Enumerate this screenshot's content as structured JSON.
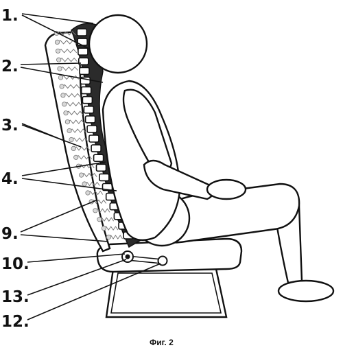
{
  "labels": [
    {
      "id": "1",
      "text": "1."
    },
    {
      "id": "2",
      "text": "2."
    },
    {
      "id": "3",
      "text": "3."
    },
    {
      "id": "4",
      "text": "4."
    },
    {
      "id": "9",
      "text": "9."
    },
    {
      "id": "10",
      "text": "10."
    },
    {
      "id": "13",
      "text": "13."
    },
    {
      "id": "12",
      "text": "12."
    }
  ],
  "caption": "Фиг. 2"
}
